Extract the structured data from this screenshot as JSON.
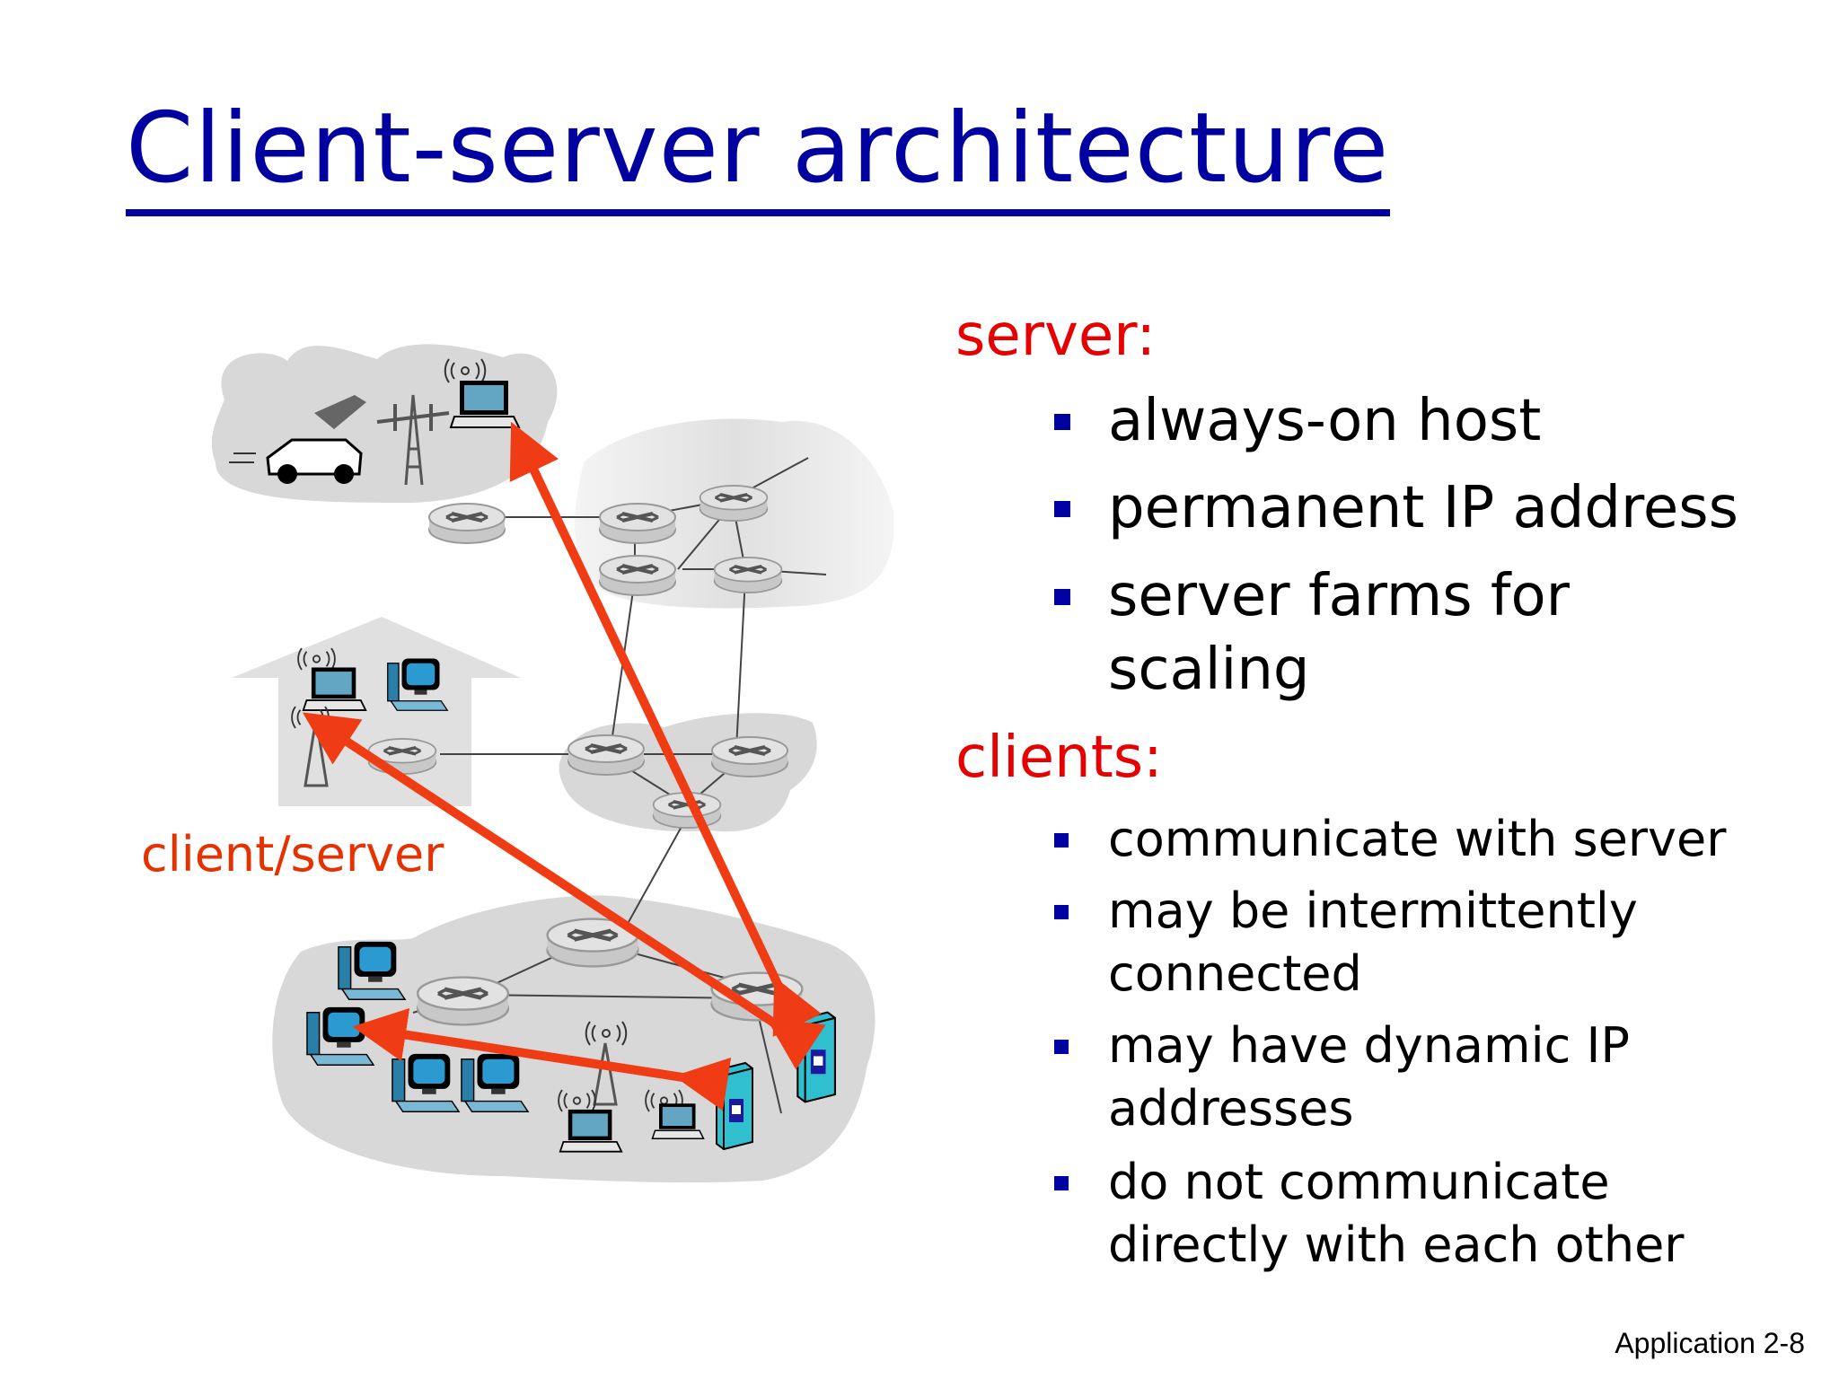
{
  "title": "Client-server architecture",
  "diagram": {
    "label": "client/server",
    "arrow_color": "#f03c14",
    "cloud_color": "#d8d8d8"
  },
  "server_section": {
    "heading": "server:",
    "bullets": [
      "always-on host",
      "permanent IP address",
      "server farms for",
      "scaling"
    ]
  },
  "clients_section": {
    "heading": "clients:",
    "bullets": [
      "communicate with server",
      "may be intermittently",
      "connected",
      "may have dynamic IP",
      "addresses",
      "do not communicate",
      "directly with each other"
    ]
  },
  "footer": "Application  2-8",
  "colors": {
    "title": "#0000a0",
    "heading": "#e60000",
    "bullet_marker": "#0000a0"
  }
}
